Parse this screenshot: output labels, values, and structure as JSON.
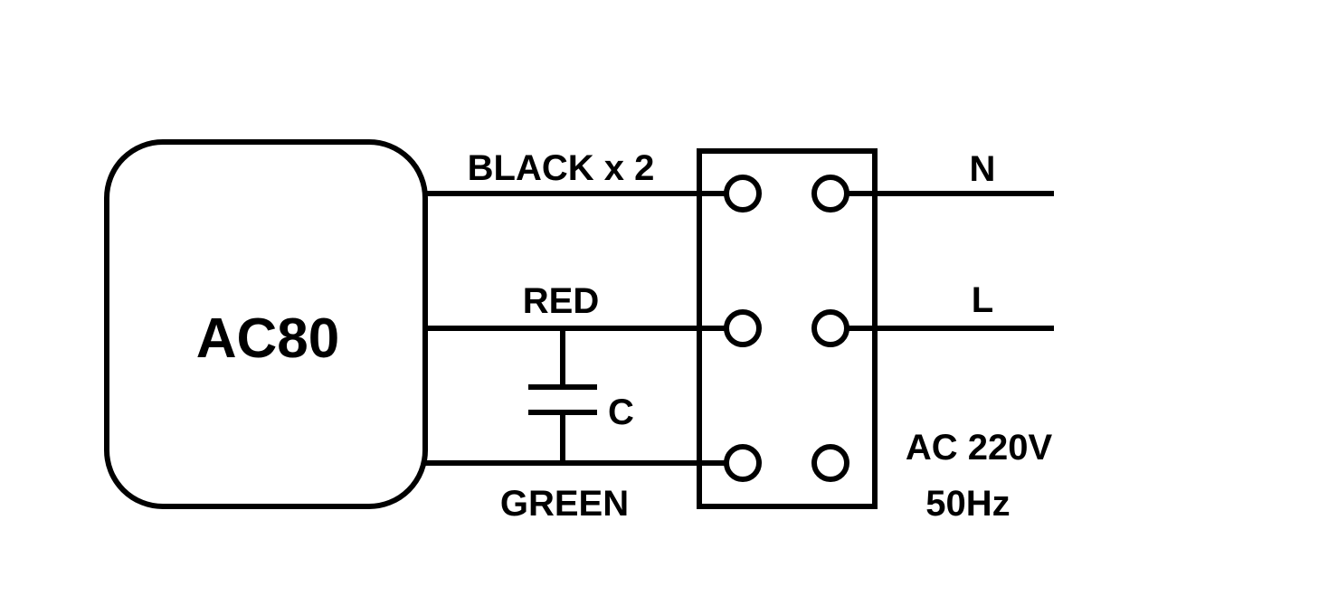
{
  "device": {
    "name": "AC80"
  },
  "wires": {
    "black": "BLACK x 2",
    "red": "RED",
    "green": "GREEN"
  },
  "capacitor": {
    "label": "C"
  },
  "supply": {
    "neutral": "N",
    "live": "L",
    "voltage": "AC 220V",
    "frequency": "50Hz"
  },
  "colors": {
    "line": "#000000",
    "background": "#ffffff"
  }
}
